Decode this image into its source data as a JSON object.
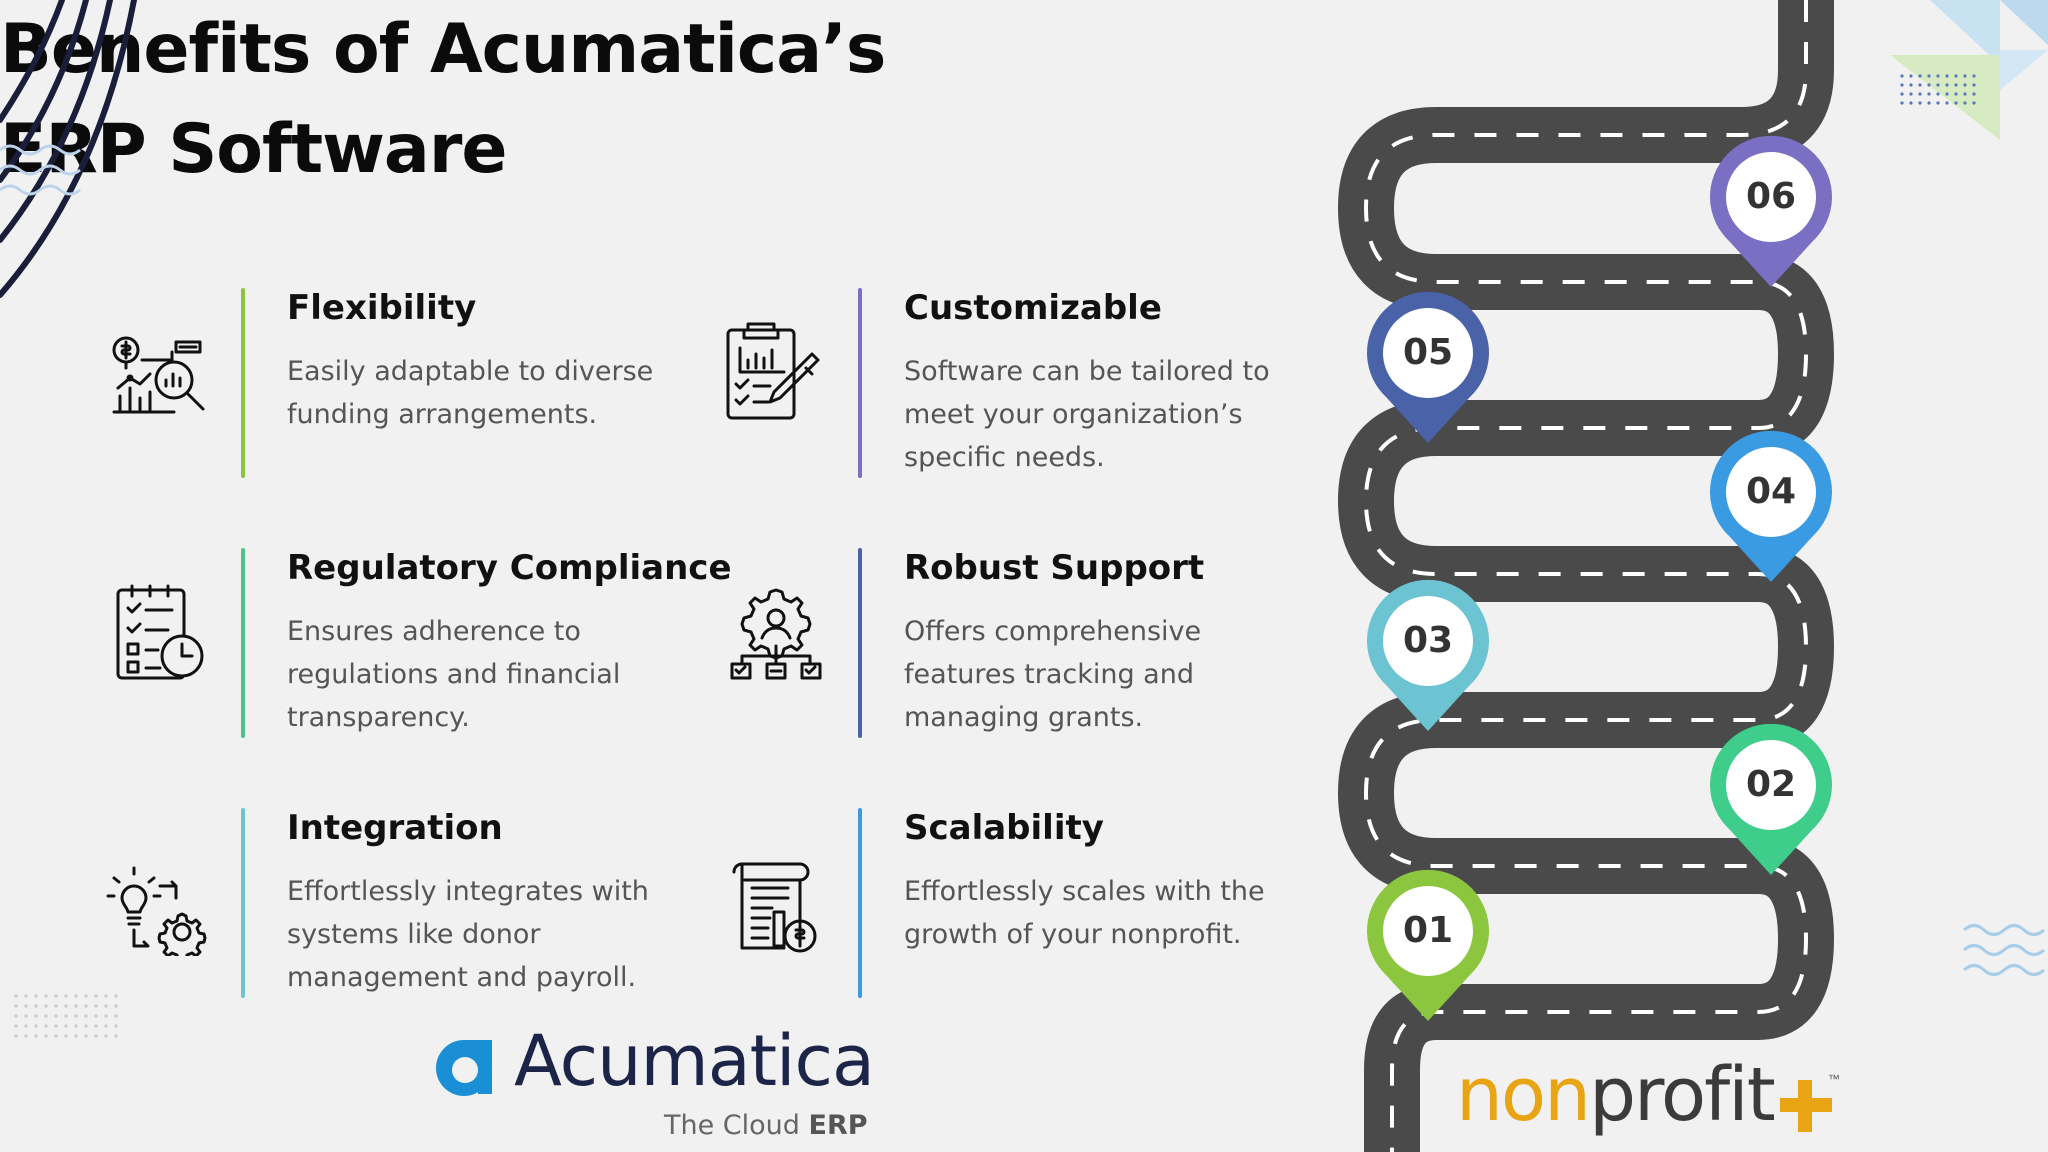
{
  "title": {
    "line1": "Benefits of Acumatica’s",
    "line2": "ERP Software"
  },
  "benefits": [
    {
      "title": "Flexibility",
      "text": "Easily adaptable to diverse funding arrangements.",
      "color": "#8cc63f",
      "icon": "financial-analysis-icon"
    },
    {
      "title": "Customizable",
      "text": "Software can be tailored to meet your organization’s specific needs.",
      "color": "#7a6fc2",
      "icon": "clipboard-chart-pencil-icon"
    },
    {
      "title": "Regulatory Compliance",
      "text": "Ensures adherence to regulations and financial transparency.",
      "color": "#4cc38a",
      "icon": "checklist-clock-icon"
    },
    {
      "title": "Robust Support",
      "text": "Offers comprehensive features tracking and managing grants.",
      "color": "#4a62a8",
      "icon": "gear-user-hierarchy-icon"
    },
    {
      "title": "Integration",
      "text": "Effortlessly integrates with systems like donor management and payroll.",
      "color": "#6cc4d2",
      "icon": "lightbulb-gear-icon"
    },
    {
      "title": "Scalability",
      "text": "Effortlessly scales with the growth of your nonprofit.",
      "color": "#3c9ae0",
      "icon": "document-dollar-icon"
    }
  ],
  "road": {
    "pins": [
      {
        "label": "01",
        "color": "#8cc63f"
      },
      {
        "label": "02",
        "color": "#3fcd8b"
      },
      {
        "label": "03",
        "color": "#6cc4d2"
      },
      {
        "label": "04",
        "color": "#3a9be2"
      },
      {
        "label": "05",
        "color": "#4a62a8"
      },
      {
        "label": "06",
        "color": "#7a6fc2"
      }
    ],
    "road_color": "#4a4a4a"
  },
  "logos": {
    "acumatica": {
      "name": "Acumatica",
      "tagline_a": "The Cloud ",
      "tagline_b": "ERP"
    },
    "nonprofit": {
      "part_a": "non",
      "part_b": "profit",
      "tm": "™"
    }
  }
}
